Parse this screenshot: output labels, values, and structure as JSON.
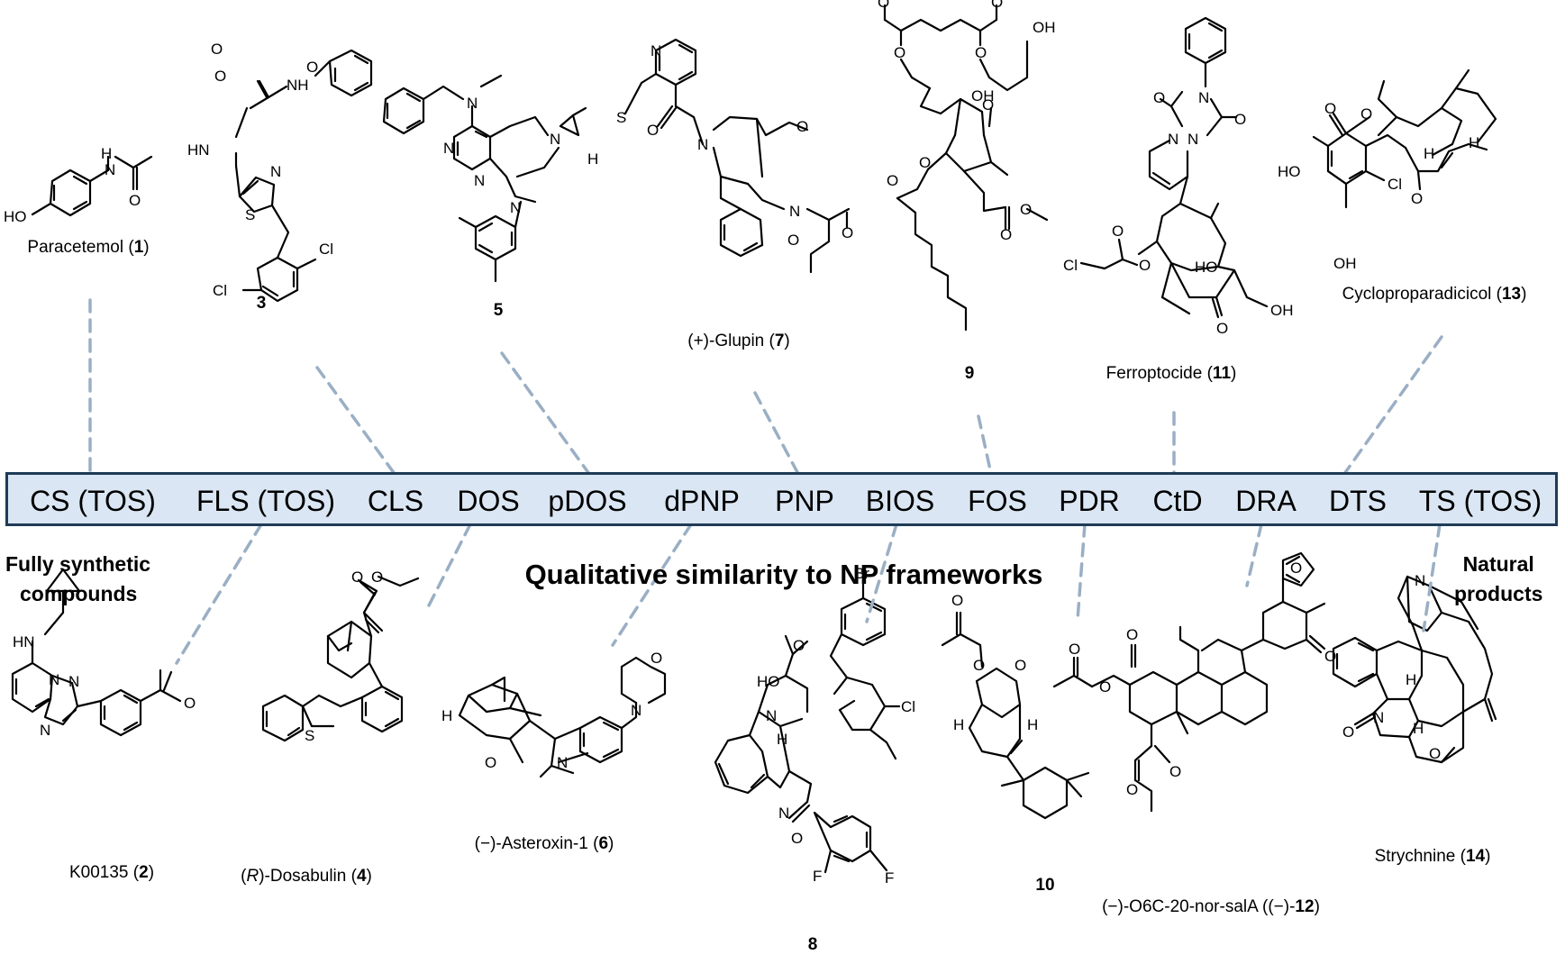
{
  "approaches": [
    "CS (TOS)",
    "FLS (TOS)",
    "CLS",
    "DOS",
    "pDOS",
    "dPNP",
    "PNP",
    "BIOS",
    "FOS",
    "PDR",
    "CtD",
    "DRA",
    "DTS",
    "TS (TOS)"
  ],
  "axis_title": "Qualitative similarity to NP frameworks",
  "left_label": [
    "Fully synthetic",
    "compounds"
  ],
  "right_label": [
    "Natural",
    "products"
  ],
  "compounds": [
    {
      "pre": "Paracetemol (",
      "num": "1",
      "post": ")"
    },
    {
      "pre": "K00135 (",
      "num": "2",
      "post": ")"
    },
    {
      "pre": "",
      "num": "3",
      "post": ""
    },
    {
      "pre": "",
      "italic": "R",
      "mid": ")-Dosabulin (",
      "open": "(",
      "num": "4",
      "post": ")"
    },
    {
      "pre": "",
      "num": "5",
      "post": ""
    },
    {
      "pre": "(−)-Asteroxin-1 (",
      "num": "6",
      "post": ")"
    },
    {
      "pre": "(+)-Glupin (",
      "num": "7",
      "post": ")"
    },
    {
      "pre": "",
      "num": "8",
      "post": ""
    },
    {
      "pre": "",
      "num": "9",
      "post": ""
    },
    {
      "pre": "",
      "num": "10",
      "post": ""
    },
    {
      "pre": "Ferroptocide (",
      "num": "11",
      "post": ")"
    },
    {
      "pre": "(−)-O6C-20-nor-salA ((−)-",
      "num": "12",
      "post": ")"
    },
    {
      "pre": "Cycloproparadicicol (",
      "num": "13",
      "post": ")"
    },
    {
      "pre": "Strychnine (",
      "num": "14",
      "post": ")"
    }
  ],
  "atoms": {
    "O": "O",
    "N": "N",
    "S": "S",
    "H": "H",
    "HO": "HO",
    "OH": "OH",
    "HN": "HN",
    "NH": "NH",
    "Cl": "Cl",
    "Br": "Br",
    "F": "F"
  }
}
